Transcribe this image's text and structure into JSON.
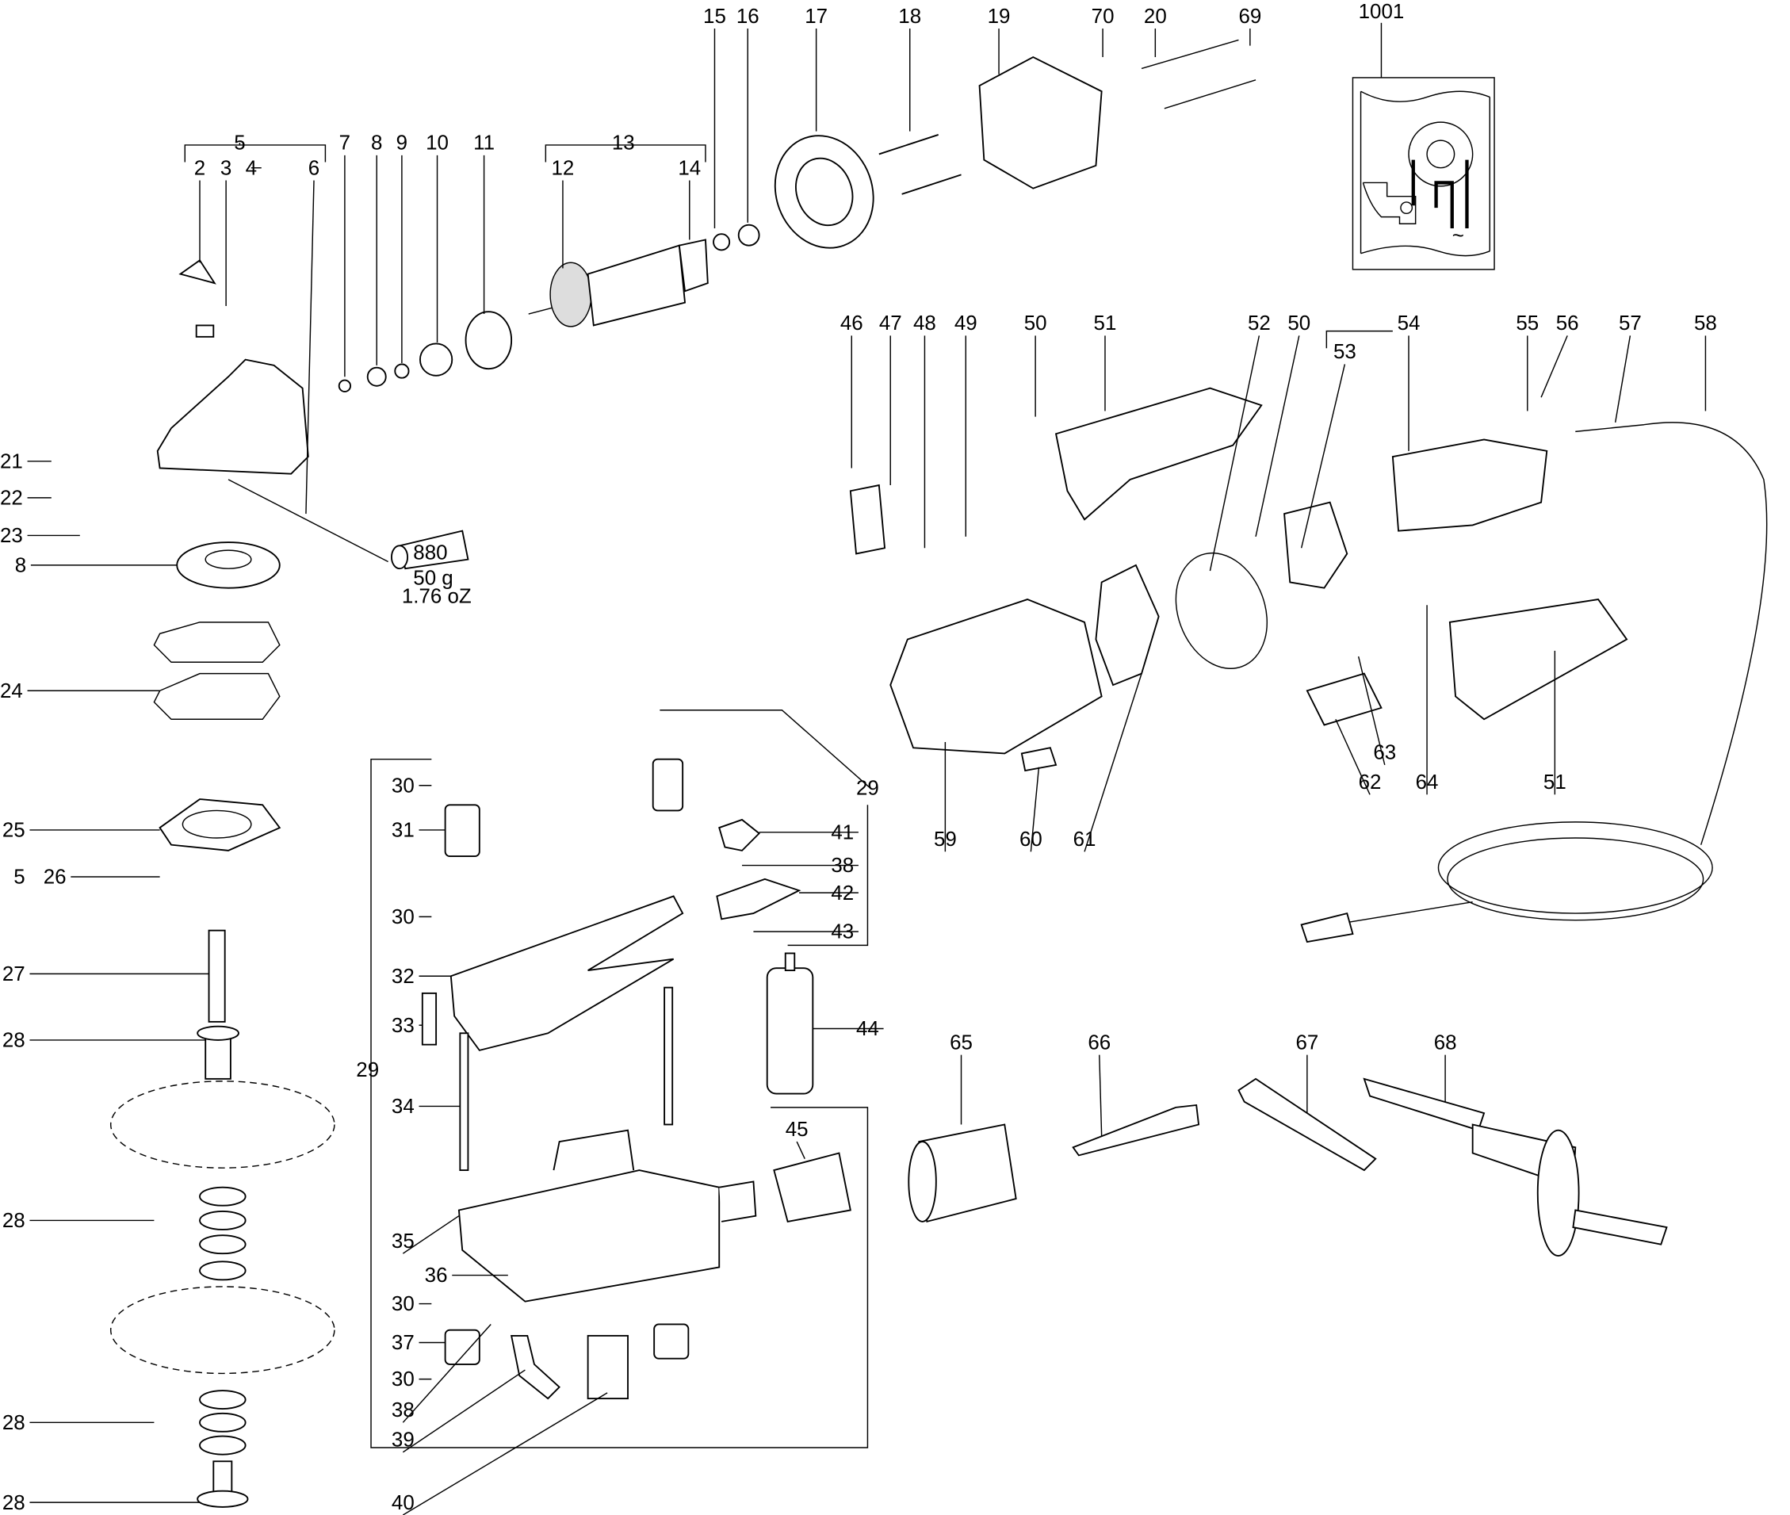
{
  "diagram": {
    "part_labels": [
      "15",
      "16",
      "17",
      "18",
      "19",
      "70",
      "20",
      "69",
      "1001",
      "5",
      "7",
      "8",
      "9",
      "10",
      "11",
      "13",
      "2",
      "3",
      "4",
      "6",
      "12",
      "14",
      "46",
      "47",
      "48",
      "49",
      "50",
      "51",
      "52",
      "50",
      "54",
      "55",
      "56",
      "57",
      "58",
      "53",
      "21",
      "22",
      "23",
      "8",
      "24",
      "25",
      "5",
      "26",
      "27",
      "28",
      "28",
      "28",
      "28",
      "30",
      "31",
      "30",
      "32",
      "33",
      "29",
      "34",
      "35",
      "36",
      "30",
      "37",
      "30",
      "38",
      "39",
      "40",
      "41",
      "38",
      "42",
      "43",
      "29",
      "44",
      "45",
      "59",
      "60",
      "61",
      "62",
      "63",
      "64",
      "51",
      "65",
      "66",
      "67",
      "68"
    ],
    "grease_tube": {
      "code": "880",
      "weight_g": "50 g",
      "weight_oz": "1.76 oZ"
    },
    "wiring_symbol": "~"
  }
}
